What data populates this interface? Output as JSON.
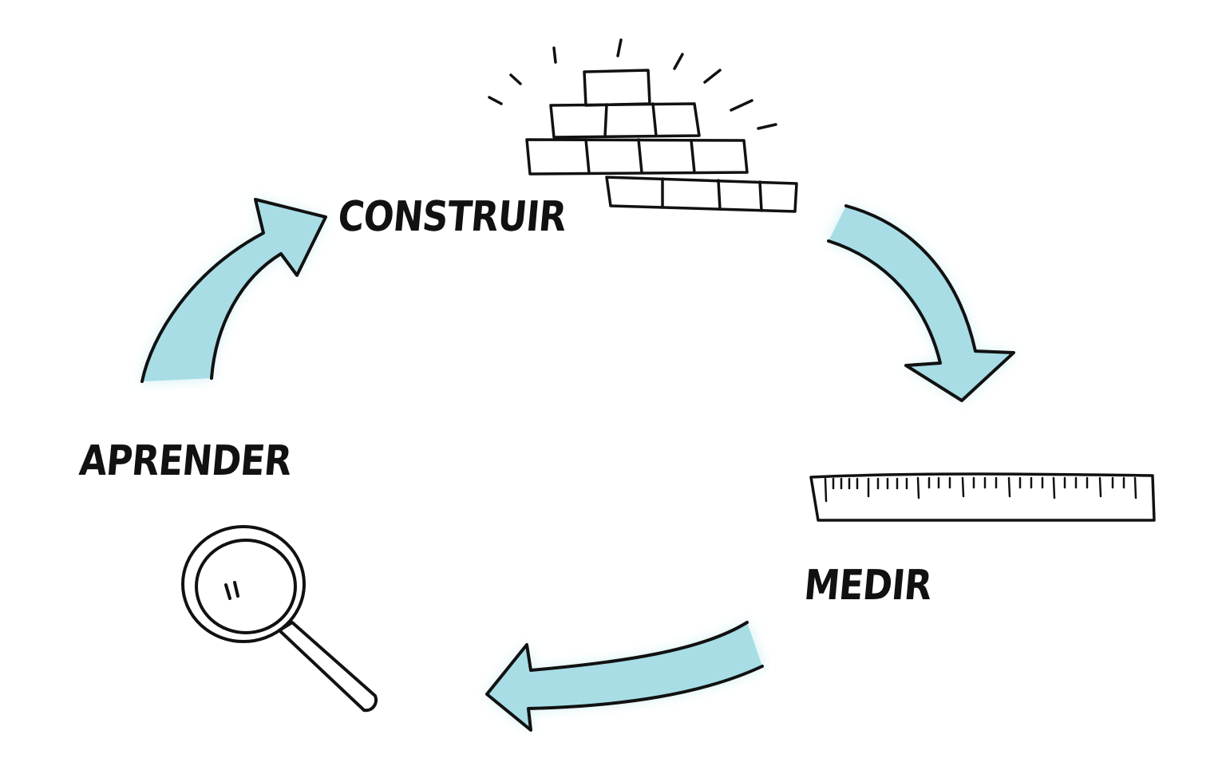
{
  "diagram": {
    "steps": [
      {
        "label": "CONSTRUIR",
        "icon": "brick-wall-icon"
      },
      {
        "label": "MEDIR",
        "icon": "ruler-icon"
      },
      {
        "label": "APRENDER",
        "icon": "magnifying-glass-icon"
      }
    ],
    "colors": {
      "arrow_fill": "#a8dde6",
      "arrow_glow": "#cdeef2",
      "ink": "#111111",
      "background": "#ffffff"
    }
  }
}
